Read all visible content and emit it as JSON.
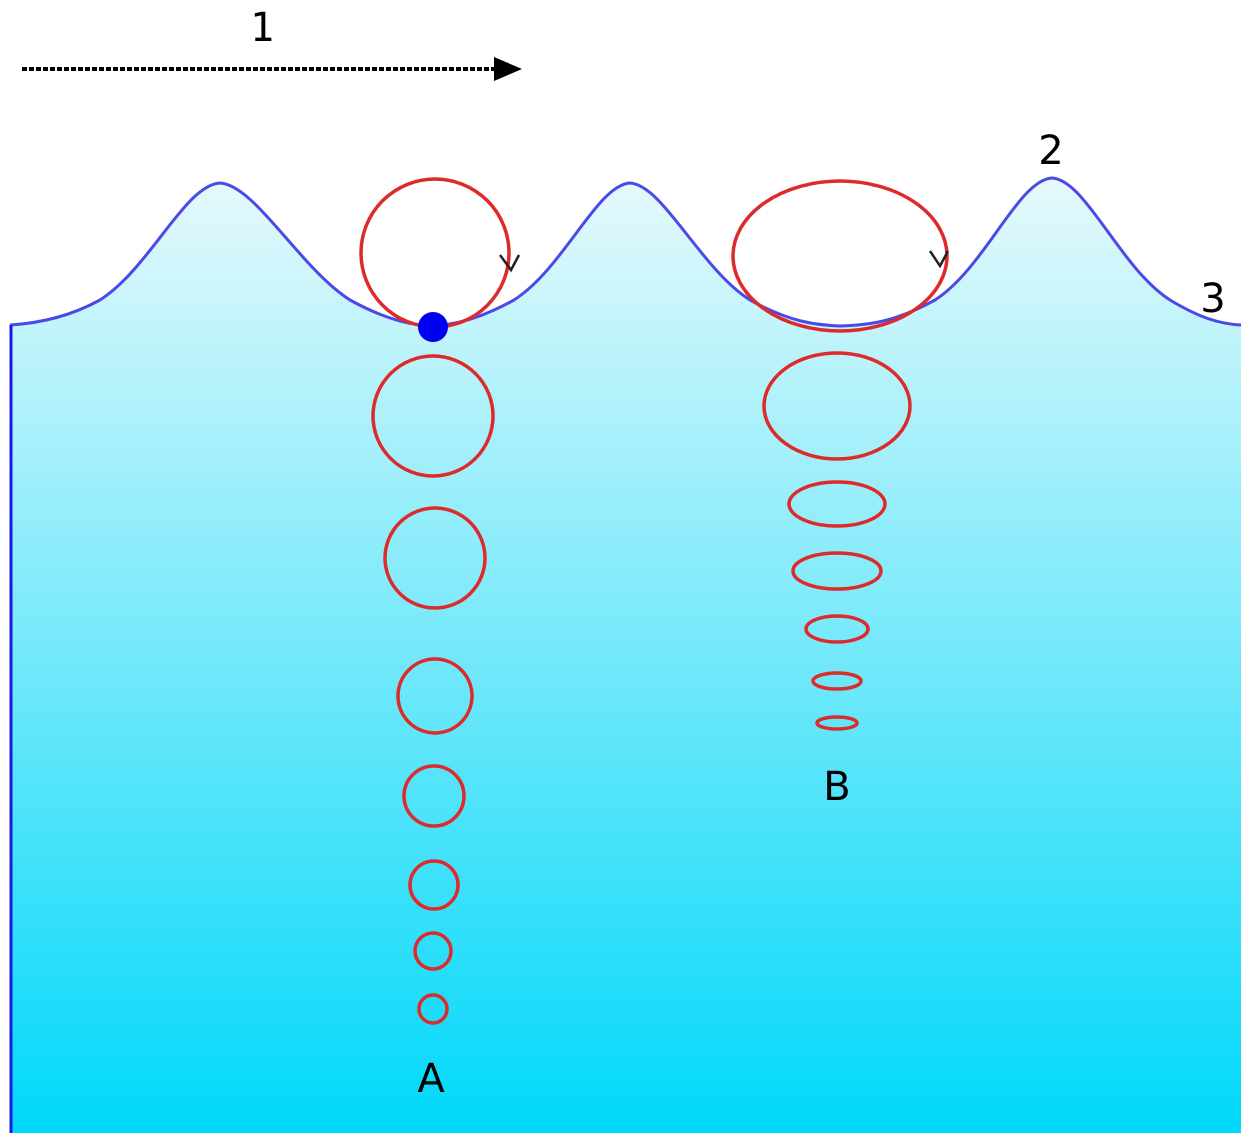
{
  "labels": {
    "direction": "1",
    "crest": "2",
    "still_water_level": "3",
    "deep_water": "A",
    "shallow_water": "B"
  },
  "colors": {
    "water_top": "#e6f9fb",
    "water_bottom": "#00d8fa",
    "surface_line": "#4a4ae8",
    "left_edge": "#1a1ae0",
    "orbit": "#dd2b2b",
    "particle": "#0000f0",
    "arrow": "#000000"
  },
  "icons": {
    "direction_arrow": "arrow-right-icon",
    "orbit_direction": "chevron-down-icon"
  }
}
